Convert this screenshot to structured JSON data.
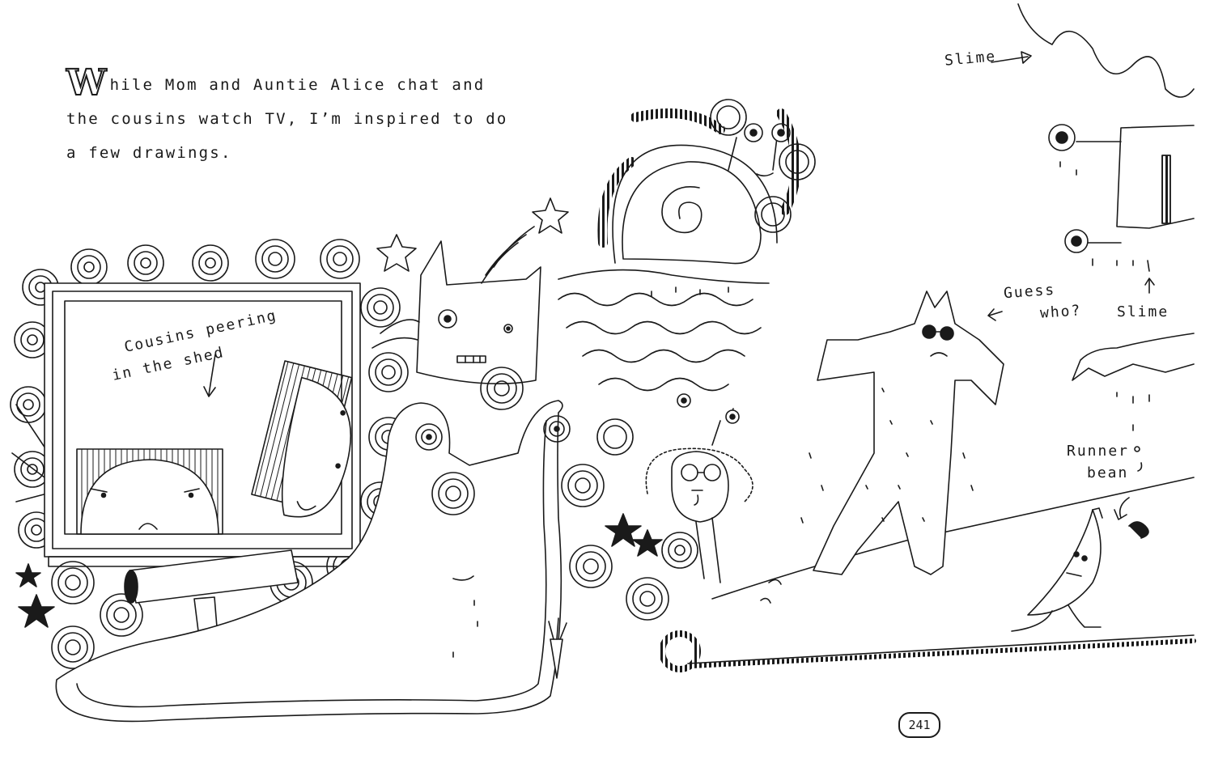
{
  "narration": {
    "drop_cap": "W",
    "text": "hile Mom and Auntie Alice chat and the cousins watch TV, I’m inspired to do a few drawings."
  },
  "labels": {
    "slime_top": "Slime",
    "slime_right": "Slime",
    "guess_who_1": "Guess",
    "guess_who_2": "who?",
    "runner_bean_1": "Runner",
    "runner_bean_2": "bean",
    "tv_caption_1": "Cousins peering",
    "tv_caption_2": "in the shed"
  },
  "page_number": "241",
  "colors": {
    "ink": "#1a1a1a",
    "paper": "#ffffff"
  }
}
